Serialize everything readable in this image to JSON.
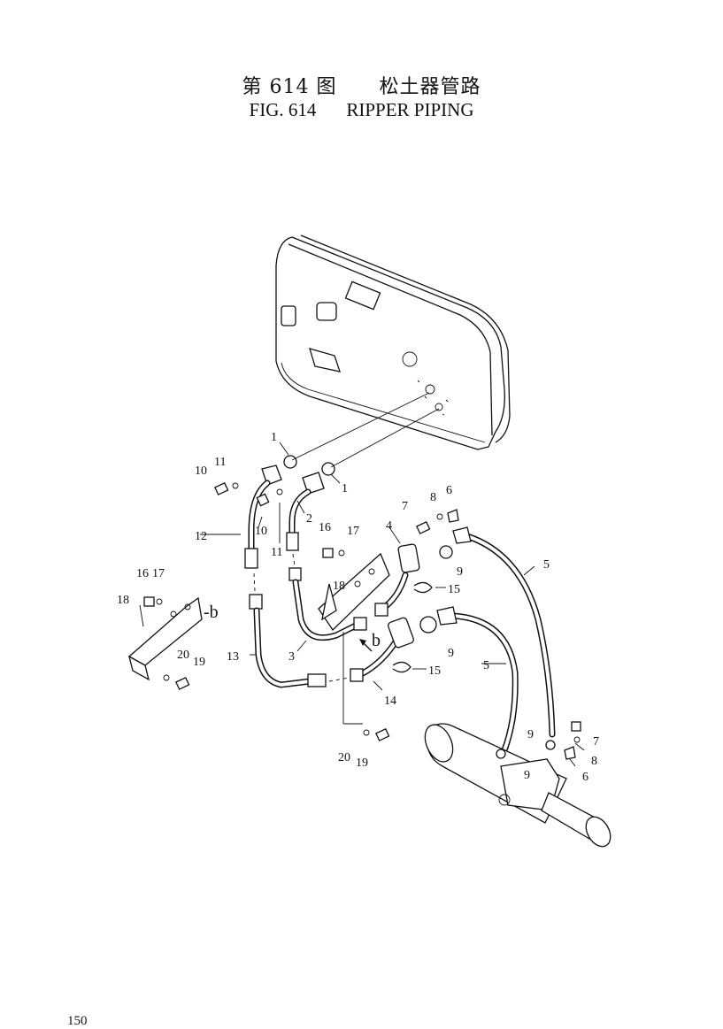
{
  "title": {
    "cn_fig": "第 614 图",
    "cn_name": "松土器管路",
    "en_fig": "FIG. 614",
    "en_name": "RIPPER PIPING"
  },
  "page_number": "150",
  "callouts": {
    "c1a": "1",
    "c1b": "1",
    "c2": "2",
    "c3": "3",
    "c4": "4",
    "c5a": "5",
    "c5b": "5",
    "c6a": "6",
    "c6b": "6",
    "c7a": "7",
    "c7b": "7",
    "c8a": "8",
    "c8b": "8",
    "c9a": "9",
    "c9b": "9",
    "c9c": "9",
    "c9d": "9",
    "c10a": "10",
    "c10b": "10",
    "c11a": "11",
    "c11b": "11",
    "c12": "12",
    "c13": "13",
    "c14": "14",
    "c15a": "15",
    "c15b": "15",
    "c16a": "16",
    "c16b": "16",
    "c17a": "17",
    "c17b": "17",
    "c18a": "18",
    "c18b": "18",
    "c19a": "19",
    "c19b": "19",
    "c20a": "20",
    "c20b": "20",
    "view_b_ref": "-b",
    "view_b_arrow": "b"
  }
}
